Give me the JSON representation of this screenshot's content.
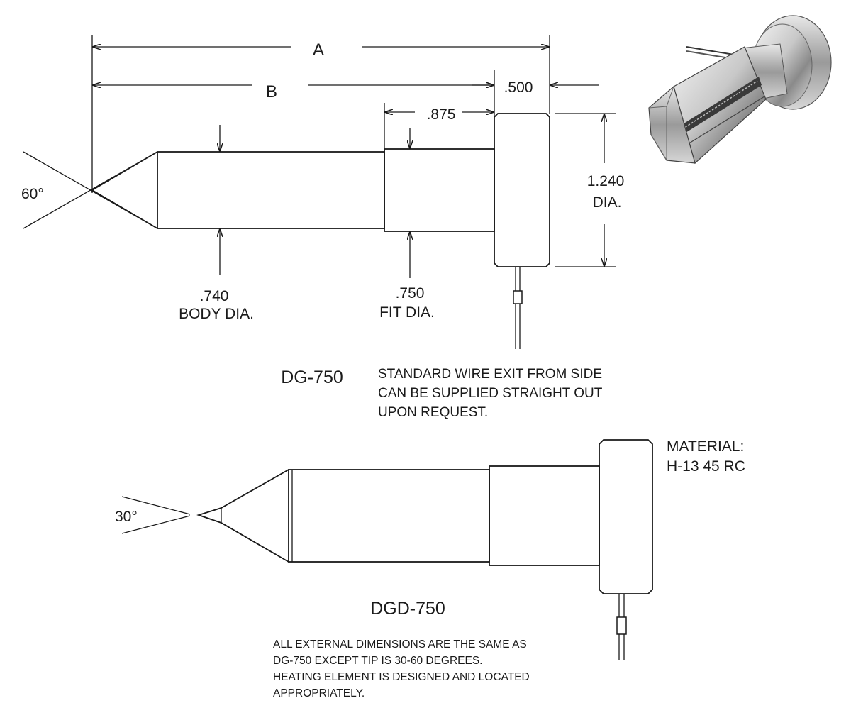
{
  "dg750": {
    "dim_a": "A",
    "dim_b": "B",
    "dim_500": ".500",
    "dim_875": ".875",
    "dia_1240_value": "1.240",
    "dia_1240_unit": "DIA.",
    "angle": "60°",
    "body_dia_value": ".740",
    "body_dia_label": "BODY DIA.",
    "fit_dia_value": ".750",
    "fit_dia_label": "FIT DIA.",
    "model": "DG-750",
    "note_lines": [
      "STANDARD WIRE EXIT FROM SIDE",
      "CAN BE SUPPLIED STRAIGHT OUT",
      "UPON REQUEST."
    ]
  },
  "material": {
    "label": "MATERIAL:",
    "value": "H-13  45 RC"
  },
  "dgd750": {
    "angle": "30°",
    "model": "DGD-750",
    "note_lines": [
      "ALL EXTERNAL DIMENSIONS ARE THE SAME AS",
      "DG-750 EXCEPT TIP IS 30-60 DEGREES.",
      "HEATING ELEMENT IS DESIGNED AND LOCATED",
      "APPROPRIATELY."
    ]
  }
}
